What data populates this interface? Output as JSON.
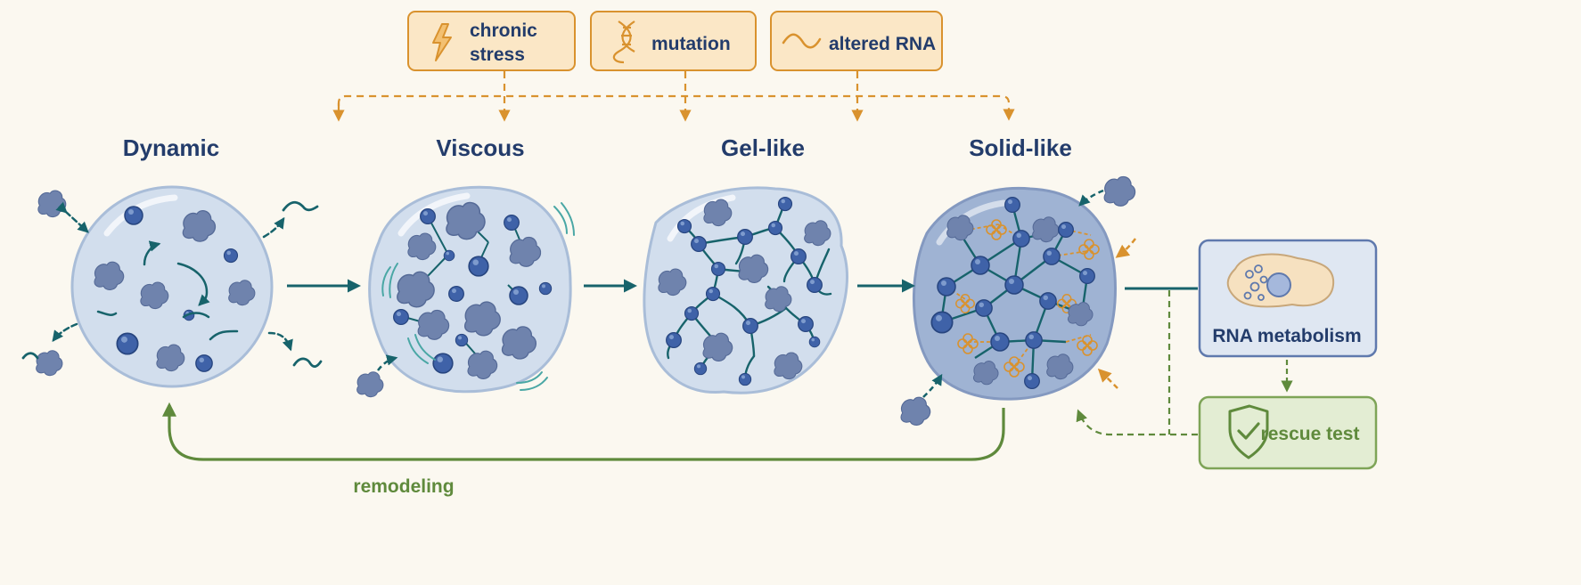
{
  "stressors": {
    "chronic_stress_line1": "chronic",
    "chronic_stress_line2": "stress",
    "mutation": "mutation",
    "altered_rna": "altered RNA"
  },
  "states": {
    "dynamic": "Dynamic",
    "viscous": "Viscous",
    "gel_like": "Gel-like",
    "solid_like": "Solid-like"
  },
  "rna_metabolism": "RNA metabolism",
  "rescue_test": "rescue test",
  "remodeling": "remodeling",
  "colors": {
    "background": "#fbf8f0",
    "orange_accent": "#d9922e",
    "box_fill": "#fbe7c6",
    "navy_title": "#233c6b",
    "teal": "#17636b",
    "green": "#5f8a3c",
    "droplet_fill": "#d2deed",
    "protein_blob": "#6f83ad",
    "ball": "#3f62a8",
    "rna_panel_fill": "#dfe7f2",
    "rescue_panel_fill": "#e3edd3"
  }
}
